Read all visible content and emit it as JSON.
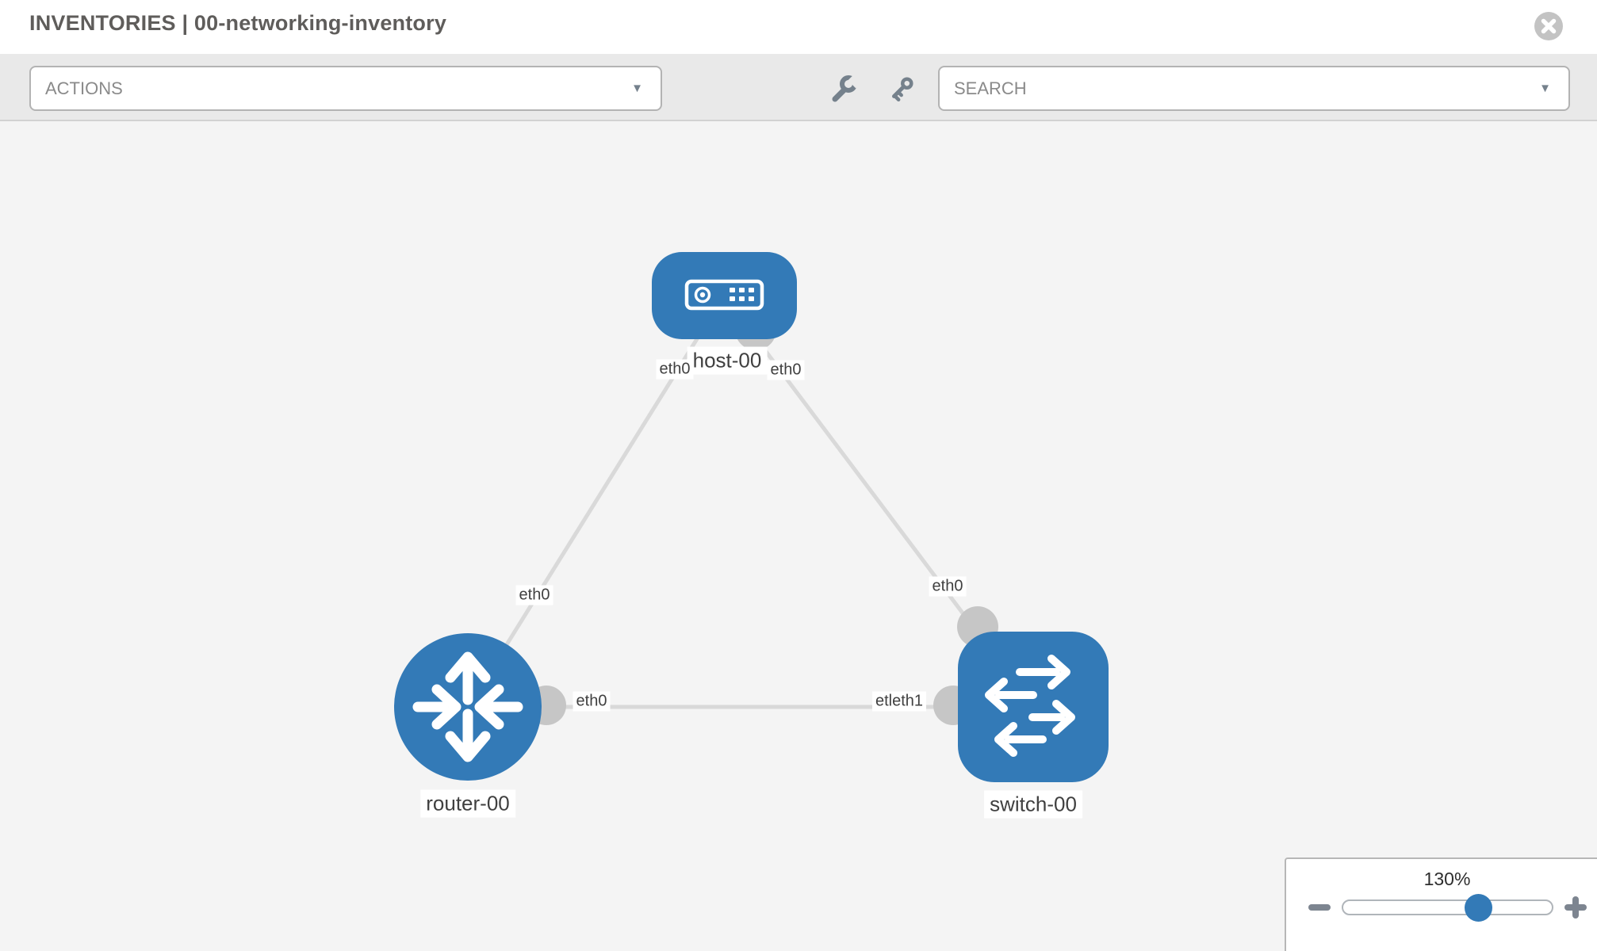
{
  "header": {
    "title": "INVENTORIES | 00-networking-inventory"
  },
  "toolbar": {
    "actions_label": "ACTIONS",
    "search_label": "SEARCH"
  },
  "topology": {
    "nodes": [
      {
        "id": "host-00",
        "type": "host",
        "label": "host-00"
      },
      {
        "id": "router-00",
        "type": "router",
        "label": "router-00"
      },
      {
        "id": "switch-00",
        "type": "switch",
        "label": "switch-00"
      }
    ],
    "links": [
      {
        "from": "host-00",
        "to": "router-00",
        "from_if": "eth0",
        "to_if": "eth0"
      },
      {
        "from": "host-00",
        "to": "switch-00",
        "from_if": "eth0",
        "to_if": "eth0"
      },
      {
        "from": "router-00",
        "to": "switch-00",
        "from_if": "eth0",
        "to_if": "etleth1"
      }
    ]
  },
  "zoom_control": {
    "level": "130%"
  },
  "colors": {
    "node_blue": "#337ab7",
    "link_gray": "#d9d9d9",
    "connector_gray": "#c6c6c6",
    "toolbar_gray": "#e9e9e9",
    "canvas_gray": "#f4f4f4",
    "icon_gray": "#75818c"
  }
}
